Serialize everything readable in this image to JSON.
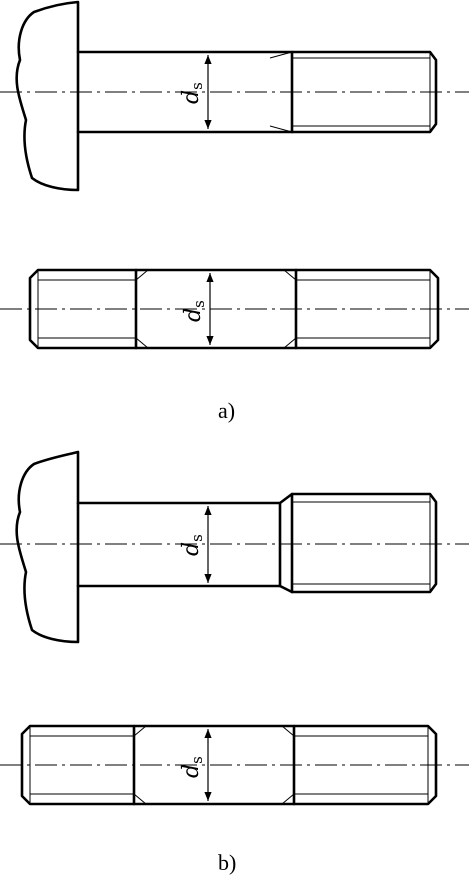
{
  "figure": {
    "caption_a": "a)",
    "caption_b": "b)"
  },
  "labels": {
    "diameter_symbol": "d",
    "diameter_subscript": "s"
  }
}
